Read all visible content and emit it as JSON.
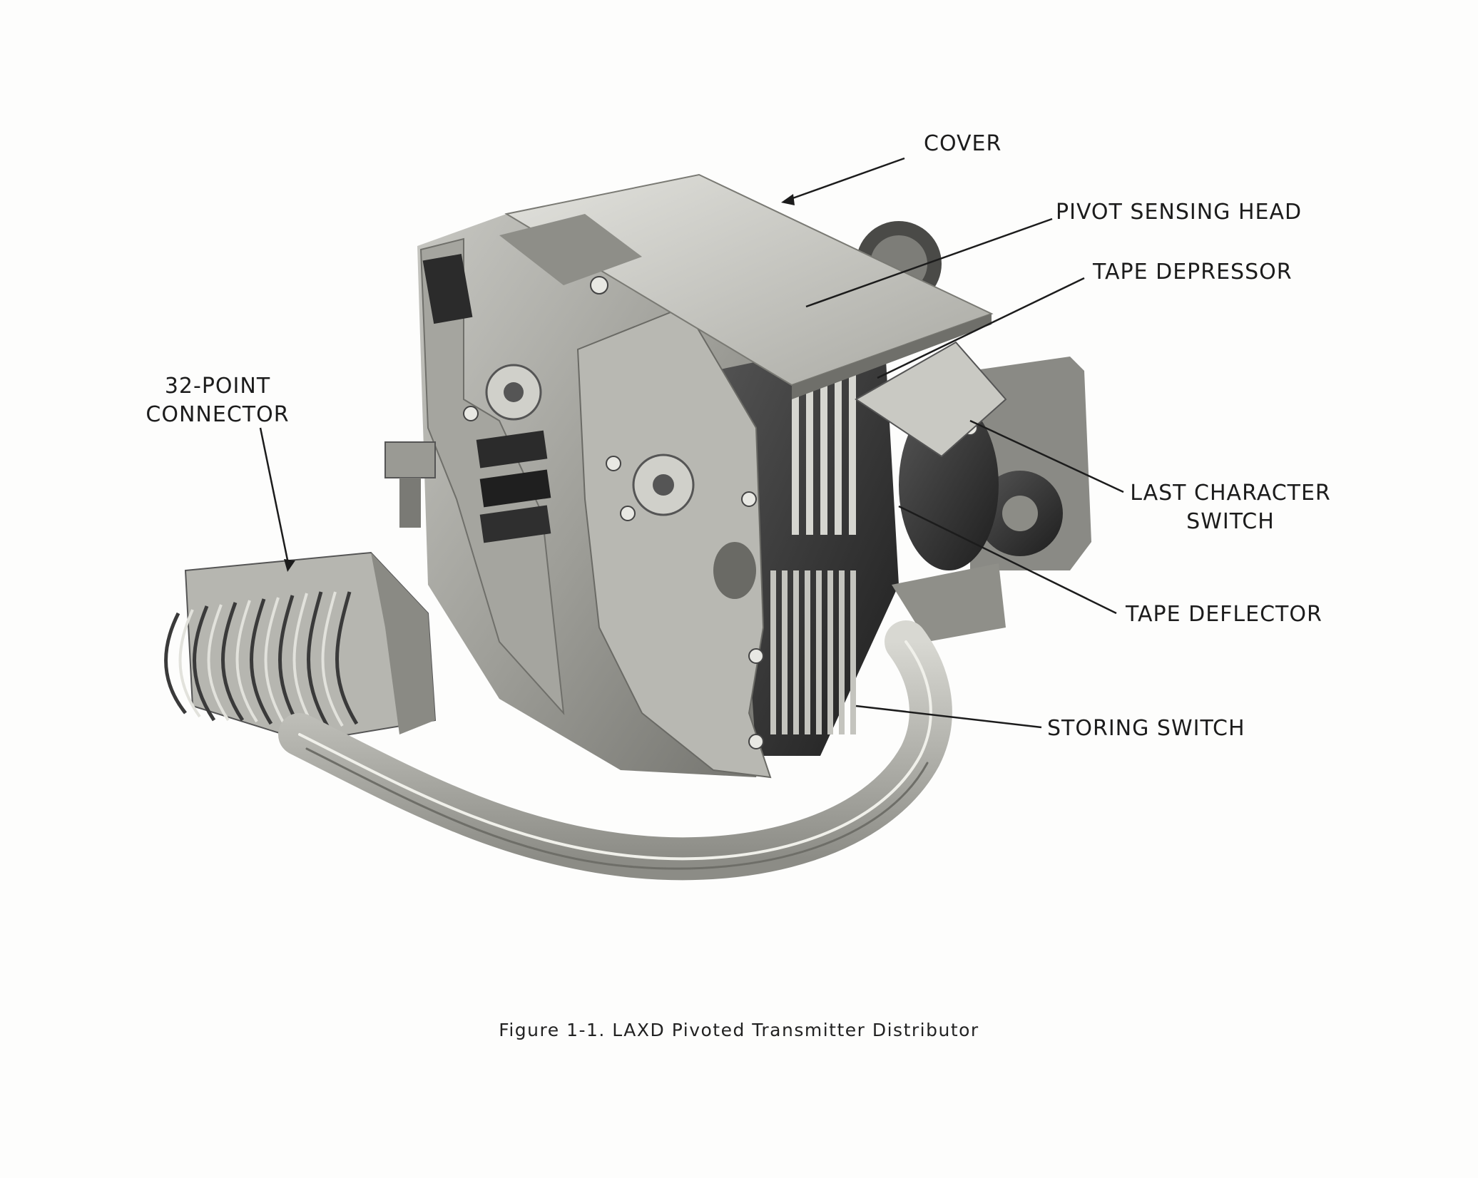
{
  "figure": {
    "labels": {
      "cover": "COVER",
      "pivot_sensing_head": "PIVOT SENSING HEAD",
      "tape_depressor": "TAPE DEPRESSOR",
      "connector_line1": "32-POINT",
      "connector_line2": "CONNECTOR",
      "last_character_line1": "LAST CHARACTER",
      "last_character_line2": "SWITCH",
      "tape_deflector": "TAPE DEFLECTOR",
      "storing_switch": "STORING SWITCH"
    },
    "caption": "Figure 1-1. LAXD Pivoted Transmitter Distributor"
  }
}
